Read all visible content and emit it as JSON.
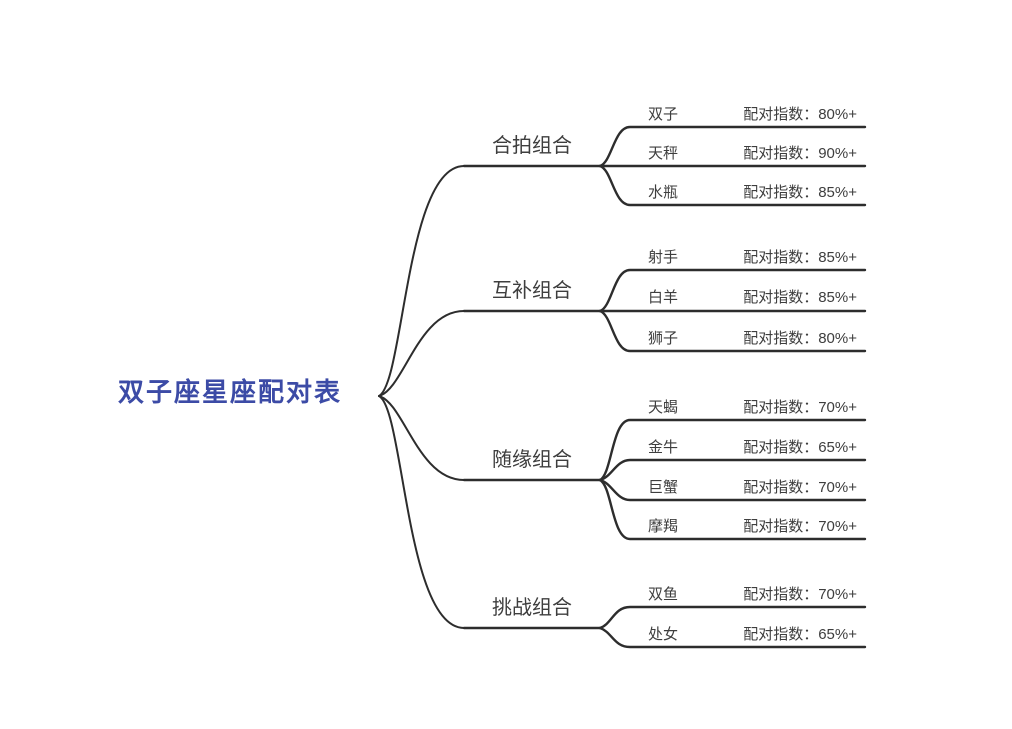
{
  "title": {
    "label": "双子座星座配对表"
  },
  "branches": [
    {
      "label": "合拍组合",
      "leaves": [
        {
          "sign": "双子",
          "index": "配对指数：80%+"
        },
        {
          "sign": "天秤",
          "index": "配对指数：90%+"
        },
        {
          "sign": "水瓶",
          "index": "配对指数：85%+"
        }
      ]
    },
    {
      "label": "互补组合",
      "leaves": [
        {
          "sign": "射手",
          "index": "配对指数：85%+"
        },
        {
          "sign": "白羊",
          "index": "配对指数：85%+"
        },
        {
          "sign": "狮子",
          "index": "配对指数：80%+"
        }
      ]
    },
    {
      "label": "随缘组合",
      "leaves": [
        {
          "sign": "天蝎",
          "index": "配对指数：70%+"
        },
        {
          "sign": "金牛",
          "index": "配对指数：65%+"
        },
        {
          "sign": "巨蟹",
          "index": "配对指数：70%+"
        },
        {
          "sign": "摩羯",
          "index": "配对指数：70%+"
        }
      ]
    },
    {
      "label": "挑战组合",
      "leaves": [
        {
          "sign": "双鱼",
          "index": "配对指数：70%+"
        },
        {
          "sign": "处女",
          "index": "配对指数：65%+"
        }
      ]
    }
  ],
  "colors": {
    "root_text": "#3c4ba6",
    "line": "#2d2d2d",
    "node_text": "#3e3e3e",
    "background": "#ffffff"
  }
}
